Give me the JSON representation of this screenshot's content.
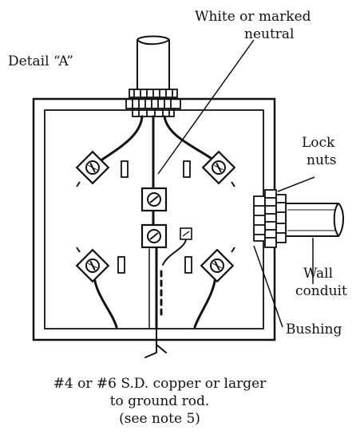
{
  "labels": {
    "detail": "Detail “A”",
    "neutral_line1": "White or marked",
    "neutral_line2": "neutral",
    "locknuts_line1": "Lock",
    "locknuts_line2": "nuts",
    "wall_line1": "Wall",
    "wall_line2": "conduit",
    "bushing": "Bushing",
    "ground_line1": "#4 or #6 S.D. copper or larger",
    "ground_line2": "to ground rod.",
    "ground_line3": "(see note 5)"
  },
  "colors": {
    "ink": "#111111",
    "paper": "#ffffff"
  }
}
